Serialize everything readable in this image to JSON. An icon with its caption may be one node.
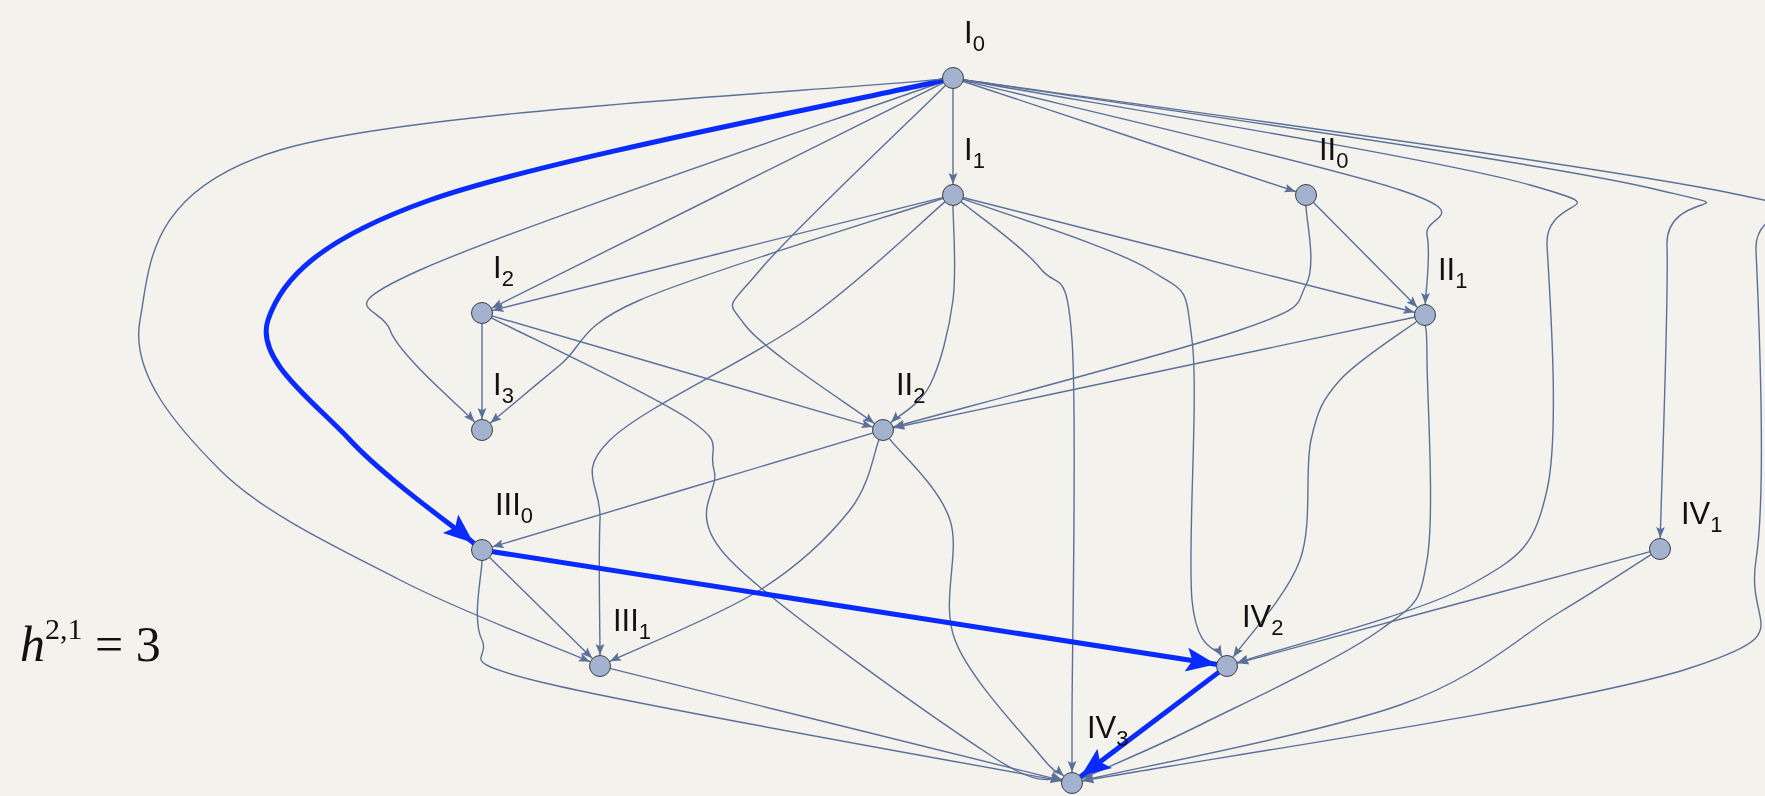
{
  "diagram": {
    "nodes": [
      {
        "text": [
          "I$_{0}$"
        ]
      },
      {
        "text": [
          "I$_{1}$"
        ]
      },
      {
        "text": [
          "II$_{0}$"
        ]
      },
      {
        "text": [
          "I$_{2}$"
        ]
      },
      {
        "text": [
          "II$_{1}$"
        ]
      },
      {
        "text": [
          "I$_{3}$"
        ]
      },
      {
        "text": [
          "II$_{2}$"
        ]
      },
      {
        "text": [
          "III$_{0}$"
        ]
      },
      {
        "text": [
          "IV$_{1}$"
        ]
      },
      {
        "text": [
          "III$_{1}$"
        ]
      },
      {
        "text": [
          "IV$_{2}$"
        ]
      },
      {
        "text": [
          "IV$_{3}$"
        ]
      }
    ],
    "edges": [
      {
        "from": 0,
        "to": 1,
        "arrow": "to"
      },
      {
        "from": 0,
        "to": 2,
        "arrow": "to"
      },
      {
        "from": 0,
        "to": 3,
        "arrow": "to"
      },
      {
        "from": 0,
        "to": 5,
        "arrow": "to"
      },
      {
        "from": 0,
        "to": 6,
        "arrow": "to"
      },
      {
        "from": 0,
        "to": 7,
        "arrow": "to",
        "style": "thick",
        "color": "#0a2bff"
      },
      {
        "from": 0,
        "to": 9,
        "arrow": "to"
      },
      {
        "from": 0,
        "to": 4,
        "arrow": "to"
      },
      {
        "from": 0,
        "to": 10,
        "arrow": "to"
      },
      {
        "from": 0,
        "to": 8,
        "arrow": "to"
      },
      {
        "from": 0,
        "to": 11,
        "arrow": "to"
      },
      {
        "from": 1,
        "to": 3,
        "arrow": "to"
      },
      {
        "from": 1,
        "to": 5,
        "arrow": "to"
      },
      {
        "from": 1,
        "to": 6,
        "arrow": "to"
      },
      {
        "from": 1,
        "to": 9,
        "arrow": "to"
      },
      {
        "from": 1,
        "to": 11,
        "arrow": "to"
      },
      {
        "from": 1,
        "to": 10,
        "arrow": "to"
      },
      {
        "from": 1,
        "to": 4,
        "arrow": "to"
      },
      {
        "from": 2,
        "to": 4,
        "arrow": "to"
      },
      {
        "from": 2,
        "to": 6,
        "arrow": "to"
      },
      {
        "from": 3,
        "to": 5,
        "arrow": "to"
      },
      {
        "from": 3,
        "to": 6,
        "arrow": "to"
      },
      {
        "from": 3,
        "to": 11,
        "arrow": "to"
      },
      {
        "from": 4,
        "to": 6,
        "arrow": "to"
      },
      {
        "from": 4,
        "to": 10,
        "arrow": "to"
      },
      {
        "from": 4,
        "to": 11,
        "arrow": "to"
      },
      {
        "from": 6,
        "to": 7,
        "arrow": "to"
      },
      {
        "from": 6,
        "to": 9,
        "arrow": "to"
      },
      {
        "from": 6,
        "to": 11,
        "arrow": "to"
      },
      {
        "from": 7,
        "to": 9,
        "arrow": "to"
      },
      {
        "from": 7,
        "to": 10,
        "arrow": "to",
        "style": "thick",
        "color": "#0a2bff"
      },
      {
        "from": 7,
        "to": 11,
        "arrow": "to"
      },
      {
        "from": 9,
        "to": 11,
        "arrow": "to"
      },
      {
        "from": 10,
        "to": 11,
        "arrow": "to",
        "style": "thick",
        "color": "#0a2bff"
      },
      {
        "from": 8,
        "to": 10,
        "arrow": "to"
      },
      {
        "from": 8,
        "to": 11,
        "arrow": "to"
      }
    ],
    "labels": [
      "*h*$^{2,1}$ = 3"
    ]
  }
}
